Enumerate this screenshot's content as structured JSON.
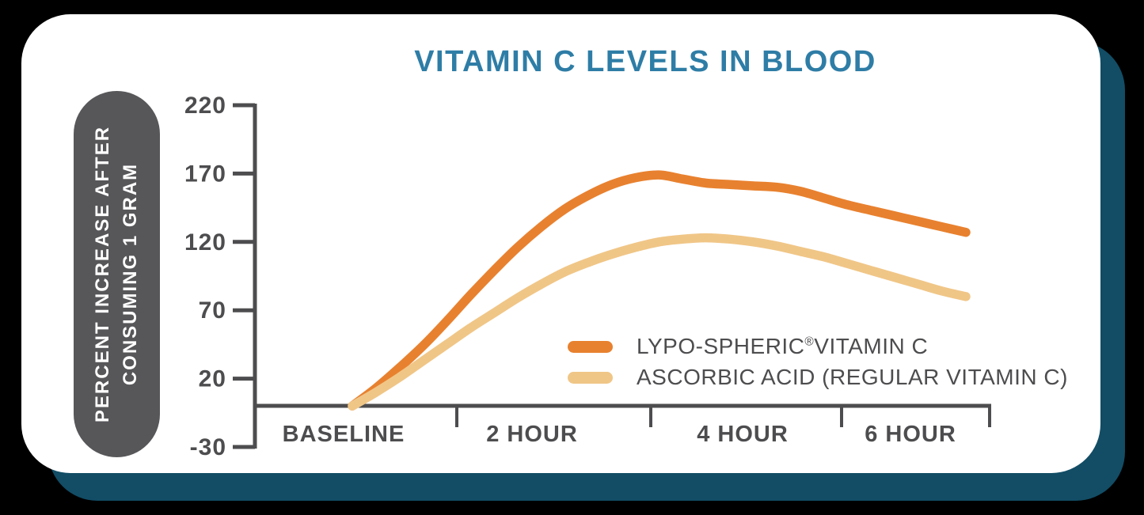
{
  "page": {
    "background_color": "#000000",
    "card_color": "#FFFFFF",
    "shadow_color": "#124D65"
  },
  "title": {
    "text": "VITAMIN C LEVELS IN BLOOD",
    "color": "#2E7DA6"
  },
  "y_axis_label": {
    "line1": "PERCENT INCREASE AFTER",
    "line2": "CONSUMING 1 GRAM",
    "pill_color": "#57575A",
    "text_color": "#FFFFFF"
  },
  "legend": {
    "items": [
      {
        "prefix": "LYPO-SPHERIC",
        "reg": "®",
        "suffix": "VITAMIN C",
        "color": "#E8812F"
      },
      {
        "label": "ASCORBIC ACID (REGULAR VITAMIN C)",
        "color": "#F0C687"
      }
    ]
  },
  "chart_data": {
    "type": "line",
    "title": "VITAMIN C LEVELS IN BLOOD",
    "ylabel": "PERCENT INCREASE AFTER CONSUMING 1 GRAM",
    "xlabel": "",
    "x_categories": [
      "BASELINE",
      "2 HOUR",
      "4 HOUR",
      "6 HOUR"
    ],
    "yticks": [
      220,
      170,
      120,
      70,
      20,
      -30
    ],
    "ylim": [
      -30,
      220
    ],
    "x_unit": "hours after consumption",
    "grid": false,
    "legend_position": "inside-right",
    "axis_color": "#4D4D4F",
    "series": [
      {
        "name": "LYPO-SPHERIC® VITAMIN C",
        "color": "#E8812F",
        "x_hours": [
          0,
          0.25,
          0.5,
          0.75,
          1,
          1.25,
          1.5,
          1.75,
          2,
          2.25,
          2.5,
          2.75,
          3,
          3.25,
          3.5,
          3.75,
          4,
          4.25,
          4.5,
          4.75,
          5,
          5.25,
          5.5,
          5.75,
          6,
          6.25,
          6.5
        ],
        "values": [
          0,
          13,
          28,
          44,
          62,
          81,
          99,
          116,
          131,
          144,
          154,
          162,
          167,
          169,
          166,
          163,
          162,
          161,
          160,
          157,
          152,
          147,
          143,
          139,
          135,
          131,
          127
        ]
      },
      {
        "name": "ASCORBIC ACID (REGULAR VITAMIN C)",
        "color": "#F0C687",
        "x_hours": [
          0,
          0.25,
          0.5,
          0.75,
          1,
          1.25,
          1.5,
          1.75,
          2,
          2.25,
          2.5,
          2.75,
          3,
          3.25,
          3.5,
          3.75,
          4,
          4.25,
          4.5,
          4.75,
          5,
          5.25,
          5.5,
          5.75,
          6,
          6.25,
          6.5
        ],
        "values": [
          0,
          10,
          21,
          33,
          45,
          57,
          68,
          79,
          89,
          98,
          105,
          111,
          116,
          120,
          122,
          123,
          122,
          120,
          117,
          113,
          109,
          104,
          99,
          94,
          89,
          84,
          80
        ]
      }
    ]
  }
}
